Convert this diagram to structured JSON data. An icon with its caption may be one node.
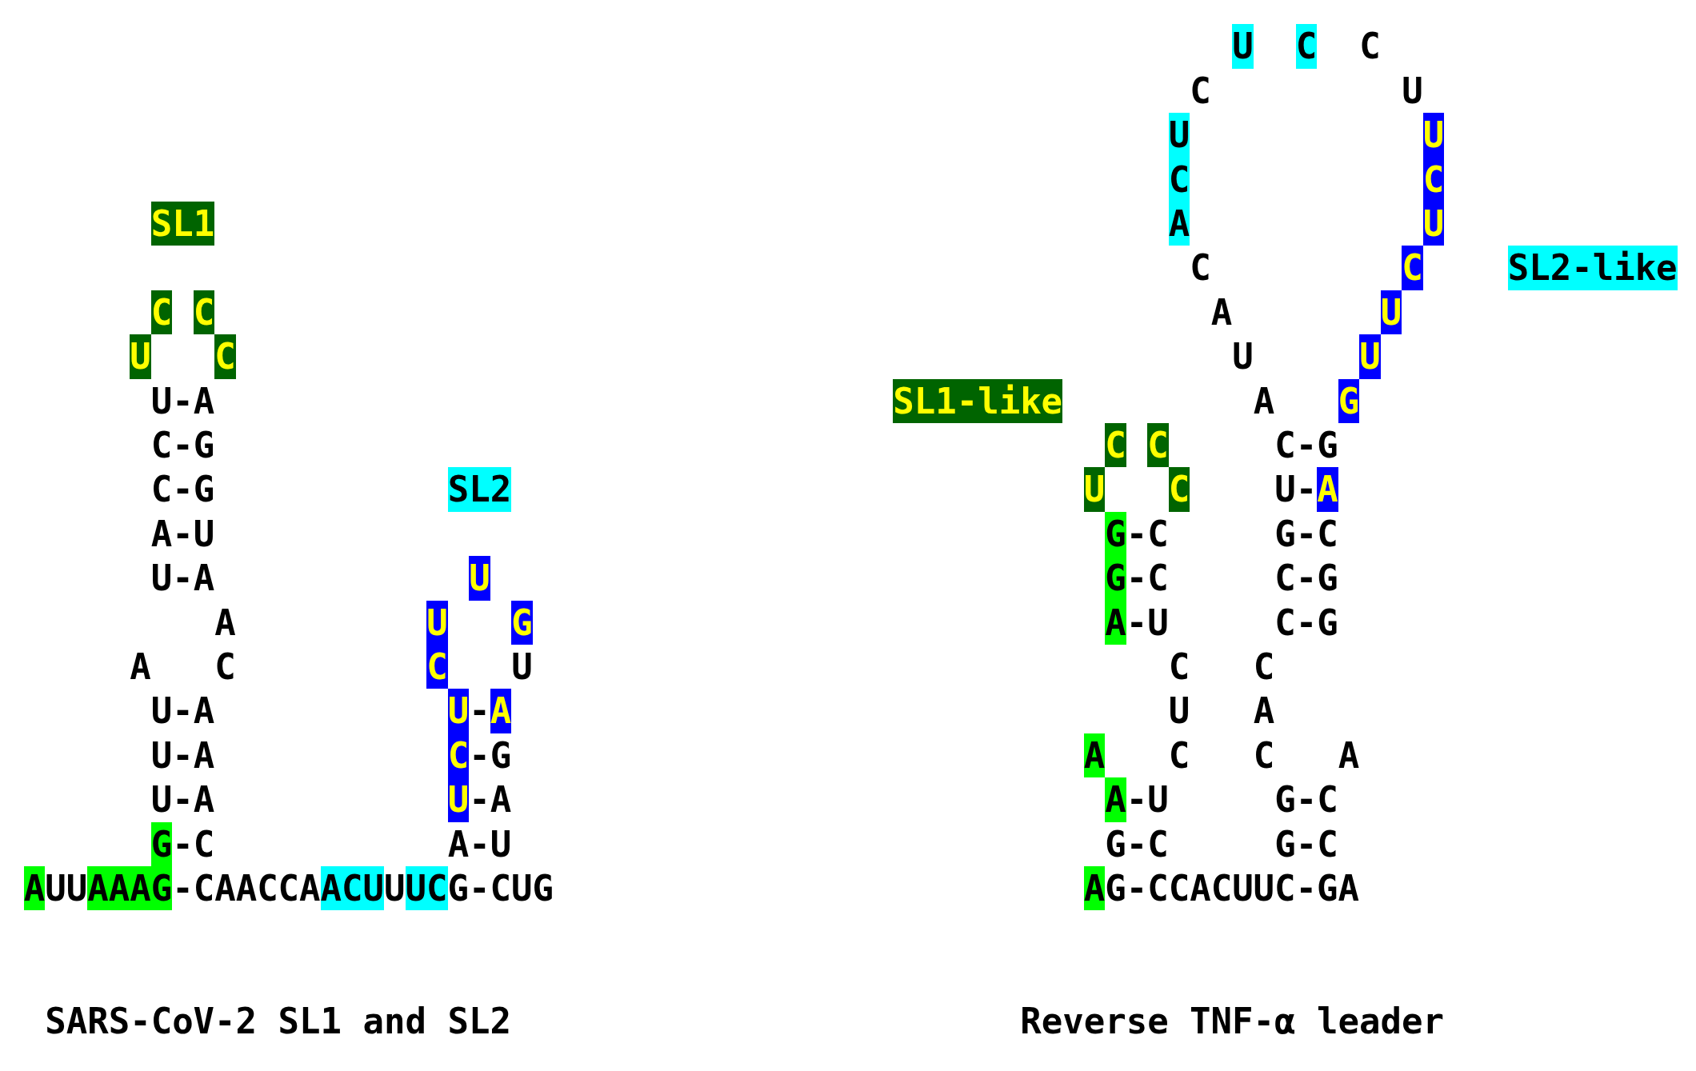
{
  "diagram": {
    "nodes": [
      {
        "text": [
          "SL1"
        ]
      },
      {
        "text": [
          "SL2-like"
        ]
      },
      {
        "text": [
          "SL1-like"
        ]
      },
      {
        "text": [
          "SL2"
        ]
      }
    ],
    "labels": [
      "U",
      "C",
      "C",
      "C",
      "U",
      "U",
      "U",
      "C",
      "C",
      "A",
      "U",
      "C",
      "C",
      "C",
      "C",
      "A",
      "U",
      "U",
      "C",
      "U",
      "U",
      "U-A",
      "A",
      "G",
      "C-G",
      "C",
      "C",
      "C-G",
      "C-G",
      "U",
      "C",
      "U-A",
      "A-U",
      "G-C",
      "G-C",
      "U-A",
      "U",
      "G-C",
      "C-G",
      "A",
      "U",
      "G",
      "A-U",
      "C-G",
      "A",
      "C",
      "C",
      "U",
      "C",
      "C",
      "U-A",
      "U-A",
      "U",
      "A",
      "U-A",
      "C-G",
      "A",
      "C",
      "C",
      "A",
      "U-A",
      "U-A",
      "A-U",
      "G-C",
      "G-C",
      "A-U",
      "G-C",
      "G-C",
      "AUUAAAG-CAACCAACUUUCG-CUG",
      "AG-CCACUUC-GA",
      "SARS-CoV-2 SL1 and SL2",
      "Reverse TNF-α leader"
    ]
  }
}
